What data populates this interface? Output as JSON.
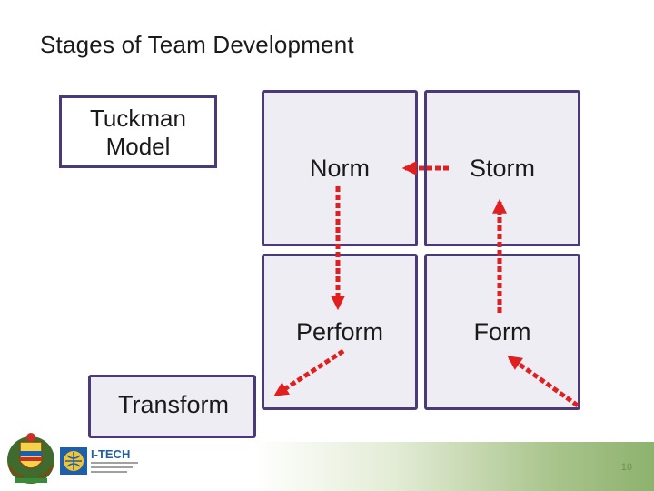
{
  "title": "Stages of Team Development",
  "model_box": {
    "line1": "Tuckman",
    "line2": "Model"
  },
  "stages": {
    "norm": "Norm",
    "storm": "Storm",
    "perform": "Perform",
    "form": "Form",
    "transform": "Transform"
  },
  "logo": {
    "brand": "I-TECH"
  },
  "footer": {
    "page_number": "10"
  },
  "colors": {
    "box_border": "#4a3b78",
    "box_fill": "#eeedf3",
    "arrow": "#e02020",
    "footer_green": "#8db26e"
  }
}
